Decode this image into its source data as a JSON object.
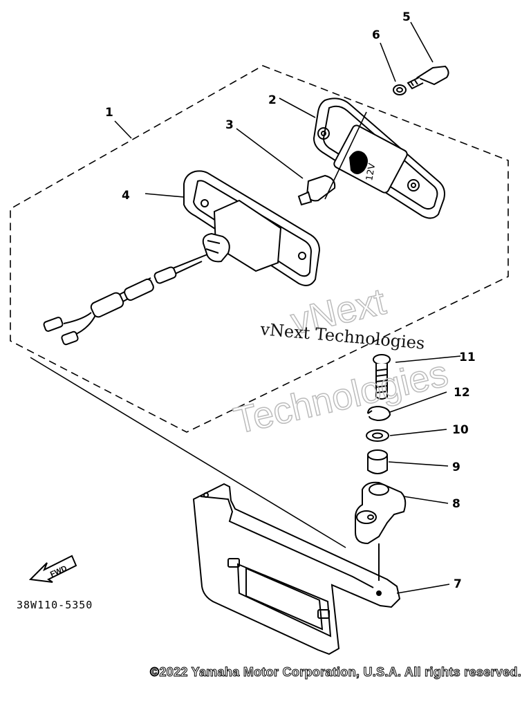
{
  "diagram": {
    "callouts": {
      "c1": "1",
      "c2": "2",
      "c3": "3",
      "c4": "4",
      "c5": "5",
      "c6": "6",
      "c7": "7",
      "c8": "8",
      "c9": "9",
      "c10": "10",
      "c11": "11",
      "c12": "12"
    },
    "lamp_label": "12V",
    "fwd_label": "FWD",
    "part_code": "38W110-5350"
  },
  "watermark": {
    "line1": "vNext Technologies",
    "line2a": "vNext",
    "line2b": "Technologies"
  },
  "copyright": "©2022 Yamaha Motor Corporation, U.S.A. All rights reserved."
}
